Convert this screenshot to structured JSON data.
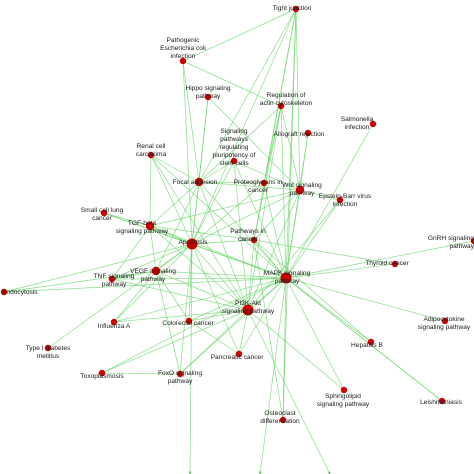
{
  "network": {
    "node_color": "#cc0000",
    "edge_color": "#5fd35f",
    "nodes": [
      {
        "id": "tight",
        "lines": [
          "Tight junction"
        ],
        "weight": 1
      },
      {
        "id": "ecoli",
        "lines": [
          "Pathogenic",
          "Escherichia coli",
          "infection"
        ],
        "weight": 1
      },
      {
        "id": "hippo",
        "lines": [
          "Hippo signaling",
          "pathway"
        ],
        "weight": 1
      },
      {
        "id": "actin",
        "lines": [
          "Regulation of",
          "actin cytoskeleton"
        ],
        "weight": 1
      },
      {
        "id": "salmonella",
        "lines": [
          "Salmonella",
          "infection"
        ],
        "weight": 1
      },
      {
        "id": "allograft",
        "lines": [
          "Allograft rejection"
        ],
        "weight": 1
      },
      {
        "id": "renal",
        "lines": [
          "Renal cell",
          "carcinoma"
        ],
        "weight": 1
      },
      {
        "id": "stem",
        "lines": [
          "Signaling",
          "pathways",
          "regulating",
          "pluripotency of",
          "stem cells"
        ],
        "weight": 1
      },
      {
        "id": "focal",
        "lines": [
          "Focal adhesion"
        ],
        "weight": 2
      },
      {
        "id": "proteoglycans",
        "lines": [
          "Proteoglycans in",
          "cancer"
        ],
        "weight": 1
      },
      {
        "id": "wnt",
        "lines": [
          "Wnt signaling",
          "pathway"
        ],
        "weight": 2
      },
      {
        "id": "ebv",
        "lines": [
          "Epstein-Barr virus",
          "infection"
        ],
        "weight": 1
      },
      {
        "id": "sclc",
        "lines": [
          "Small cell lung",
          "cancer"
        ],
        "weight": 1
      },
      {
        "id": "tgfb",
        "lines": [
          "TGF-beta",
          "signaling pathway"
        ],
        "weight": 2
      },
      {
        "id": "apoptosis",
        "lines": [
          "Apoptosis"
        ],
        "weight": 3
      },
      {
        "id": "pathcancer",
        "lines": [
          "Pathways in",
          "cancer"
        ],
        "weight": 1
      },
      {
        "id": "gnrh",
        "lines": [
          "GnRH signaling",
          "pathway"
        ],
        "weight": 1
      },
      {
        "id": "mapk",
        "lines": [
          "MAPK signaling",
          "pathway"
        ],
        "weight": 3
      },
      {
        "id": "thyroid",
        "lines": [
          "Thyroid cancer"
        ],
        "weight": 1
      },
      {
        "id": "endocytosis",
        "lines": [
          "Endocytosis"
        ],
        "weight": 1
      },
      {
        "id": "tnf",
        "lines": [
          "TNF signaling",
          "pathway"
        ],
        "weight": 1
      },
      {
        "id": "vegf",
        "lines": [
          "VEGF signaling",
          "pathway"
        ],
        "weight": 2
      },
      {
        "id": "pi3k",
        "lines": [
          "PI3K-Akt",
          "signaling pathway"
        ],
        "weight": 3
      },
      {
        "id": "influenza",
        "lines": [
          "Influenza A"
        ],
        "weight": 1
      },
      {
        "id": "colorectal",
        "lines": [
          "Colorectal cancer"
        ],
        "weight": 1
      },
      {
        "id": "adipocytokine",
        "lines": [
          "Adipocytokine",
          "signaling pathway"
        ],
        "weight": 1
      },
      {
        "id": "t1d",
        "lines": [
          "Type I diabetes",
          "mellitus"
        ],
        "weight": 1
      },
      {
        "id": "hepb",
        "lines": [
          "Hepatitis B"
        ],
        "weight": 1
      },
      {
        "id": "pancreatic",
        "lines": [
          "Pancreatic cancer"
        ],
        "weight": 1
      },
      {
        "id": "toxo",
        "lines": [
          "Toxoplasmosis"
        ],
        "weight": 1
      },
      {
        "id": "foxo",
        "lines": [
          "FoxO signaling",
          "pathway"
        ],
        "weight": 1
      },
      {
        "id": "sphingolipid",
        "lines": [
          "Sphingolipid",
          "signaling pathway"
        ],
        "weight": 1
      },
      {
        "id": "leish",
        "lines": [
          "Leishmaniasis"
        ],
        "weight": 1
      },
      {
        "id": "osteoclast",
        "lines": [
          "Osteoclast",
          "differentiation"
        ],
        "weight": 1
      }
    ],
    "edges": [
      [
        "mapk",
        "tight"
      ],
      [
        "mapk",
        "actin"
      ],
      [
        "mapk",
        "allograft"
      ],
      [
        "mapk",
        "salmonella"
      ],
      [
        "mapk",
        "wnt"
      ],
      [
        "mapk",
        "proteoglycans"
      ],
      [
        "mapk",
        "pathcancer"
      ],
      [
        "mapk",
        "focal"
      ],
      [
        "mapk",
        "apoptosis"
      ],
      [
        "mapk",
        "tgfb"
      ],
      [
        "mapk",
        "vegf"
      ],
      [
        "mapk",
        "pi3k"
      ],
      [
        "mapk",
        "thyroid"
      ],
      [
        "mapk",
        "gnrh"
      ],
      [
        "mapk",
        "ebv"
      ],
      [
        "mapk",
        "hepb"
      ],
      [
        "mapk",
        "pancreatic"
      ],
      [
        "mapk",
        "colorectal"
      ],
      [
        "mapk",
        "foxo"
      ],
      [
        "mapk",
        "osteoclast"
      ],
      [
        "mapk",
        "sphingolipid"
      ],
      [
        "mapk",
        "adipocytokine"
      ],
      [
        "mapk",
        "tnf"
      ],
      [
        "mapk",
        "renal"
      ],
      [
        "mapk",
        "endocytosis"
      ],
      [
        "mapk",
        "stem"
      ],
      [
        "mapk",
        "sclc"
      ],
      [
        "mapk",
        "toxo"
      ],
      [
        "mapk",
        "influenza"
      ],
      [
        "mapk",
        "leish"
      ],
      [
        "apoptosis",
        "tight"
      ],
      [
        "apoptosis",
        "ecoli"
      ],
      [
        "apoptosis",
        "hippo"
      ],
      [
        "apoptosis",
        "focal"
      ],
      [
        "apoptosis",
        "tgfb"
      ],
      [
        "apoptosis",
        "sclc"
      ],
      [
        "apoptosis",
        "renal"
      ],
      [
        "apoptosis",
        "vegf"
      ],
      [
        "apoptosis",
        "pi3k"
      ],
      [
        "apoptosis",
        "tnf"
      ],
      [
        "apoptosis",
        "pathcancer"
      ],
      [
        "apoptosis",
        "proteoglycans"
      ],
      [
        "apoptosis",
        "wnt"
      ],
      [
        "apoptosis",
        "colorectal"
      ],
      [
        "apoptosis",
        "influenza"
      ],
      [
        "apoptosis",
        "endocytosis"
      ],
      [
        "apoptosis",
        "stem"
      ],
      [
        "apoptosis",
        "foxo"
      ],
      [
        "apoptosis",
        "pancreatic"
      ],
      [
        "apoptosis",
        "t1d"
      ],
      [
        "pi3k",
        "focal"
      ],
      [
        "pi3k",
        "tgfb"
      ],
      [
        "pi3k",
        "vegf"
      ],
      [
        "pi3k",
        "actin"
      ],
      [
        "pi3k",
        "ebv"
      ],
      [
        "pi3k",
        "toxo"
      ],
      [
        "pi3k",
        "foxo"
      ],
      [
        "pi3k",
        "pancreatic"
      ],
      [
        "pi3k",
        "colorectal"
      ],
      [
        "pi3k",
        "pathcancer"
      ],
      [
        "pi3k",
        "influenza"
      ],
      [
        "pi3k",
        "tnf"
      ],
      [
        "pi3k",
        "renal"
      ],
      [
        "pi3k",
        "wnt"
      ],
      [
        "pi3k",
        "stem"
      ],
      [
        "focal",
        "actin"
      ],
      [
        "focal",
        "wnt"
      ],
      [
        "focal",
        "tgfb"
      ],
      [
        "focal",
        "renal"
      ],
      [
        "focal",
        "hippo"
      ],
      [
        "focal",
        "tight"
      ],
      [
        "focal",
        "proteoglycans"
      ],
      [
        "focal",
        "stem"
      ],
      [
        "focal",
        "vegf"
      ],
      [
        "focal",
        "ecoli"
      ],
      [
        "wnt",
        "tight"
      ],
      [
        "wnt",
        "actin"
      ],
      [
        "wnt",
        "allograft"
      ],
      [
        "wnt",
        "hippo"
      ],
      [
        "wnt",
        "pathcancer"
      ],
      [
        "wnt",
        "tgfb"
      ],
      [
        "wnt",
        "stem"
      ],
      [
        "wnt",
        "ebv"
      ],
      [
        "tgfb",
        "renal"
      ],
      [
        "tgfb",
        "sclc"
      ],
      [
        "tgfb",
        "vegf"
      ],
      [
        "tgfb",
        "tnf"
      ],
      [
        "tgfb",
        "pathcancer"
      ],
      [
        "vegf",
        "tnf"
      ],
      [
        "vegf",
        "endocytosis"
      ],
      [
        "vegf",
        "colorectal"
      ],
      [
        "vegf",
        "influenza"
      ],
      [
        "vegf",
        "foxo"
      ],
      [
        "tight",
        "proteoglycans"
      ],
      [
        "tight",
        "pathcancer"
      ],
      [
        "tight",
        "osteoclast"
      ],
      [
        "tight",
        "ecoli"
      ],
      [
        "actin",
        "ecoli"
      ],
      [
        "actin",
        "proteoglycans"
      ],
      [
        "actin",
        "pathcancer"
      ],
      [
        "thyroid",
        "pathcancer"
      ],
      [
        "hepb",
        "pathcancer"
      ],
      [
        "osteoclast",
        "pathcancer"
      ],
      [
        "sphingolipid",
        "pi3k"
      ],
      [
        "pancreatic",
        "colorectal"
      ],
      [
        "foxo",
        "toxo"
      ],
      [
        "leish",
        "mapk"
      ]
    ]
  }
}
